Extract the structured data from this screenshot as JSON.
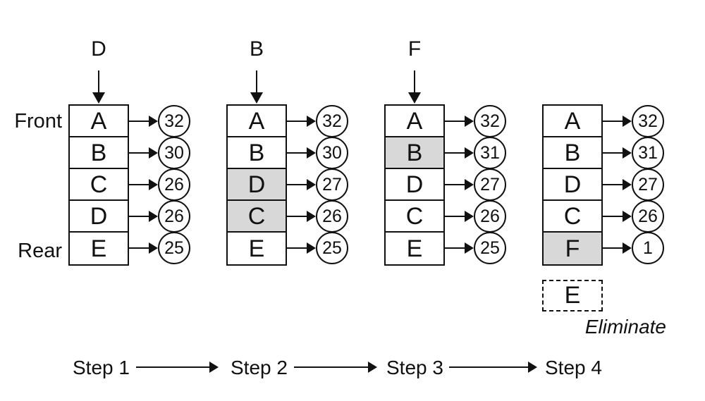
{
  "labels": {
    "front": "Front",
    "rear": "Rear",
    "eliminate": "Eliminate"
  },
  "steps": [
    {
      "name": "Step 1",
      "incoming": "D",
      "rows": [
        {
          "label": "A",
          "value": "32",
          "shaded": false
        },
        {
          "label": "B",
          "value": "30",
          "shaded": false
        },
        {
          "label": "C",
          "value": "26",
          "shaded": false
        },
        {
          "label": "D",
          "value": "26",
          "shaded": false
        },
        {
          "label": "E",
          "value": "25",
          "shaded": false
        }
      ]
    },
    {
      "name": "Step 2",
      "incoming": "B",
      "rows": [
        {
          "label": "A",
          "value": "32",
          "shaded": false
        },
        {
          "label": "B",
          "value": "30",
          "shaded": false
        },
        {
          "label": "D",
          "value": "27",
          "shaded": true
        },
        {
          "label": "C",
          "value": "26",
          "shaded": true
        },
        {
          "label": "E",
          "value": "25",
          "shaded": false
        }
      ]
    },
    {
      "name": "Step 3",
      "incoming": "F",
      "rows": [
        {
          "label": "A",
          "value": "32",
          "shaded": false
        },
        {
          "label": "B",
          "value": "31",
          "shaded": true
        },
        {
          "label": "D",
          "value": "27",
          "shaded": false
        },
        {
          "label": "C",
          "value": "26",
          "shaded": false
        },
        {
          "label": "E",
          "value": "25",
          "shaded": false
        }
      ]
    },
    {
      "name": "Step 4",
      "rows": [
        {
          "label": "A",
          "value": "32",
          "shaded": false
        },
        {
          "label": "B",
          "value": "31",
          "shaded": false
        },
        {
          "label": "D",
          "value": "27",
          "shaded": false
        },
        {
          "label": "C",
          "value": "26",
          "shaded": false
        },
        {
          "label": "F",
          "value": "1",
          "shaded": true
        }
      ],
      "eliminated": "E"
    }
  ],
  "colors": {
    "stroke": "#111111",
    "shaded_fill": "#d8d8d8",
    "background": "#ffffff"
  }
}
